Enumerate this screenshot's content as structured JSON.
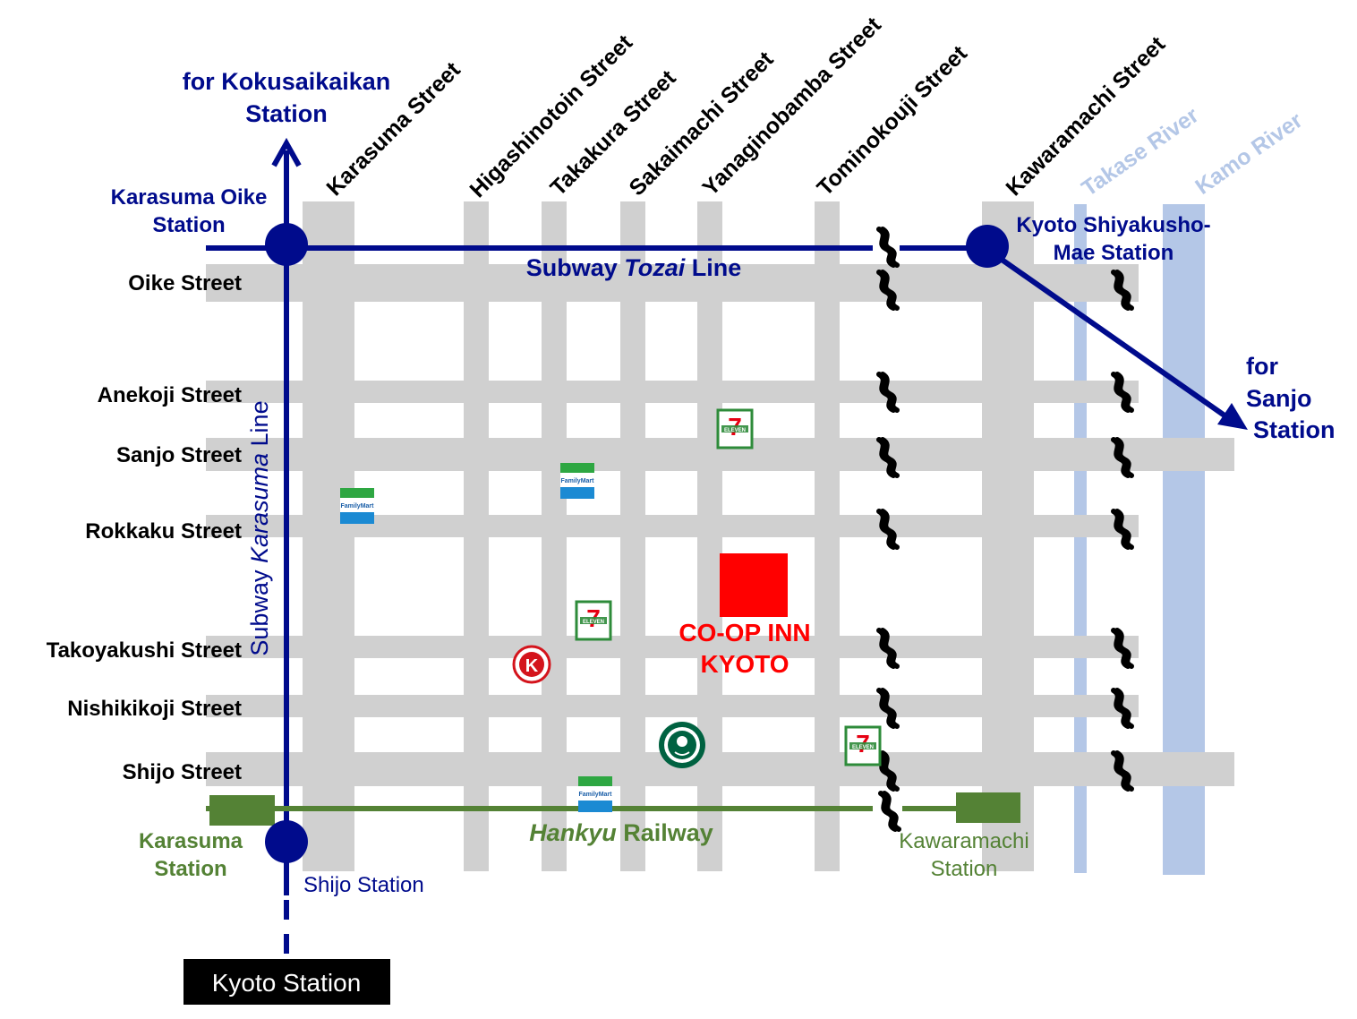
{
  "colors": {
    "street": "#d0d0d0",
    "subway": "#000b8c",
    "railway": "#548235",
    "river": "#b4c7e7",
    "hotel": "#ff0000",
    "black": "#000000"
  },
  "directions": {
    "kokusai_line1": "for Kokusaikaikan",
    "kokusai_line2": "Station",
    "sanjo_line1": "for",
    "sanjo_line2": "Sanjo",
    "sanjo_line3": "Station"
  },
  "vertical_streets": [
    "Karasuma Street",
    "Higashinotoin Street",
    "Takakura Street",
    "Sakaimachi Street",
    "Yanaginobamba Street",
    "Tominokouji Street",
    "Kawaramachi Street"
  ],
  "rivers": [
    "Takase River",
    "Kamo River"
  ],
  "horizontal_streets": [
    "Oike Street",
    "Anekoji Street",
    "Sanjo Street",
    "Rokkaku Street",
    "Takoyakushi Street",
    "Nishikikoji Street",
    "Shijo Street"
  ],
  "stations": {
    "karasuma_oike_line1": "Karasuma Oike",
    "karasuma_oike_line2": "Station",
    "shiyakusho_line1": "Kyoto Shiyakusho-",
    "shiyakusho_line2": "Mae Station",
    "karasuma_line1": "Karasuma",
    "karasuma_line2": "Station",
    "shijo": "Shijo Station",
    "kawaramachi_line1": "Kawaramachi",
    "kawaramachi_line2": "Station",
    "kyoto_station": "Kyoto Station"
  },
  "lines": {
    "tozai_prefix": "Subway ",
    "tozai_italic": "Tozai",
    "tozai_suffix": " Line",
    "karasuma_prefix": "Subway ",
    "karasuma_italic": "Karasuma",
    "karasuma_suffix": " Line",
    "hankyu_italic": "Hankyu",
    "hankyu_suffix": " Railway"
  },
  "hotel": {
    "line1": "CO-OP INN",
    "line2": "KYOTO"
  },
  "shops": {
    "familymart": "FamilyMart",
    "seven": "7",
    "eleven": "ELEVEN",
    "circlek": "K",
    "starbucks": "STARBUCKS COFFEE"
  }
}
